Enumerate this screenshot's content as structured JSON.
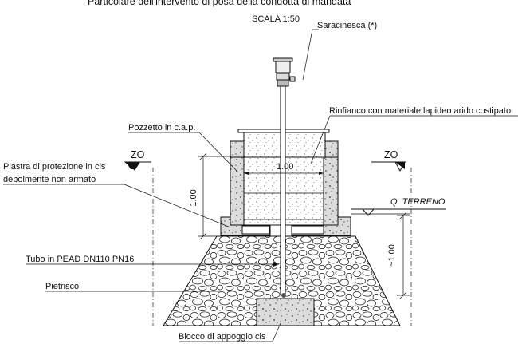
{
  "header": {
    "top_line": "Particolare dell'intervento di posa della condotta di mandata",
    "scale": "SCALA 1:50"
  },
  "labels": {
    "saracinesca": "Saracinesca (*)",
    "rinfianco": "Rinfianco con materiale lapideo arido costipato",
    "pozzetto": "Pozzetto in c.a.p.",
    "piastra_line1": "Piastra di protezione in cls",
    "piastra_line2": "debolmente non armato",
    "zo_left": "ZO",
    "zo_right": "ZO",
    "terreno": "Q. TERRENO",
    "tubo": "Tubo in PEAD DN110 PN16",
    "pietrisco": "Pietrisco",
    "blocco": "Blocco di appoggio cls"
  },
  "dimensions": {
    "width_inner": "1.00",
    "height_left": "1.00",
    "depth_right": "~1.00"
  },
  "colors": {
    "line": "#111111",
    "concrete_fill": "#d9d9d9"
  }
}
